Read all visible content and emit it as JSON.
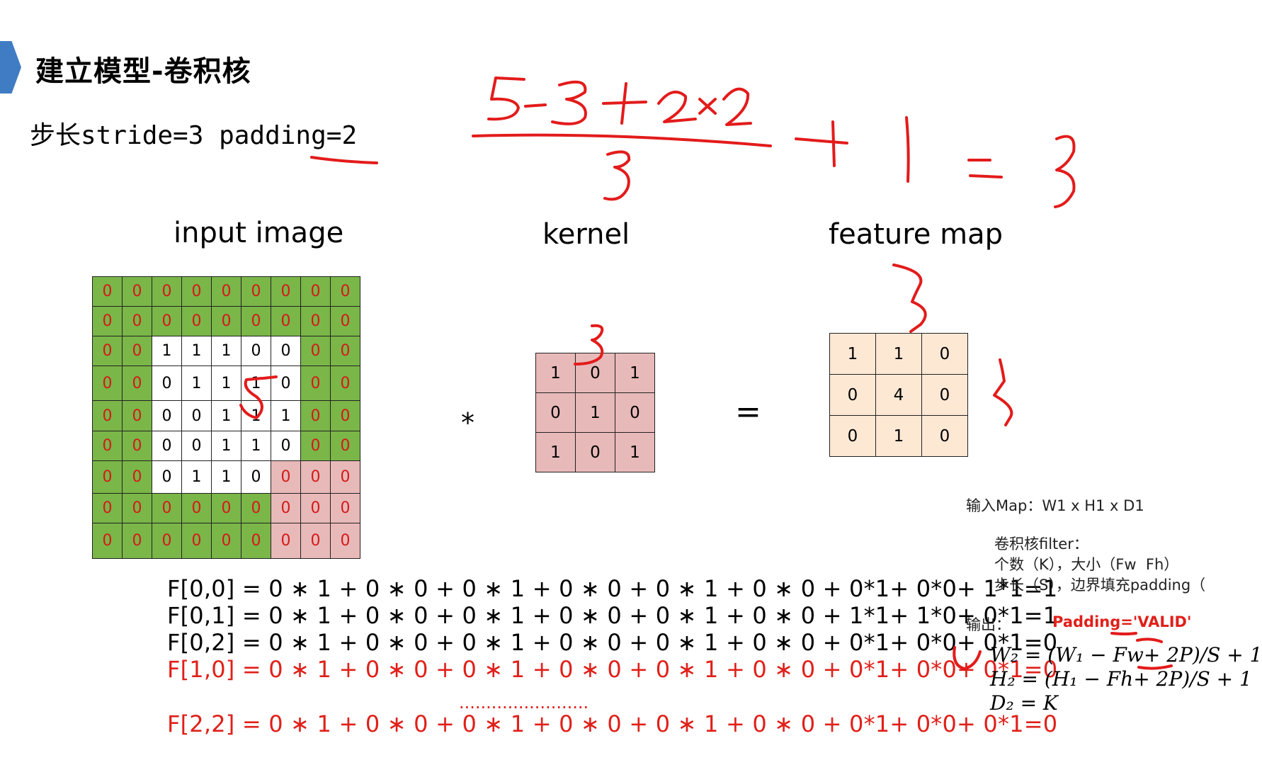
{
  "header": {
    "title": "建立模型-卷积核"
  },
  "params": {
    "text": "步长stride=3 padding=2"
  },
  "labels": {
    "input": "input image",
    "kernel": "kernel",
    "feature": "feature map",
    "conv_op": "*",
    "equals": "="
  },
  "input_grid": [
    [
      "0",
      "0",
      "0",
      "0",
      "0",
      "0",
      "0",
      "0",
      "0"
    ],
    [
      "0",
      "0",
      "0",
      "0",
      "0",
      "0",
      "0",
      "0",
      "0"
    ],
    [
      "0",
      "0",
      "1",
      "1",
      "1",
      "0",
      "0",
      "0",
      "0"
    ],
    [
      "0",
      "0",
      "0",
      "1",
      "1",
      "1",
      "0",
      "0",
      "0"
    ],
    [
      "0",
      "0",
      "0",
      "0",
      "1",
      "1",
      "1",
      "0",
      "0"
    ],
    [
      "0",
      "0",
      "0",
      "0",
      "1",
      "1",
      "0",
      "0",
      "0"
    ],
    [
      "0",
      "0",
      "0",
      "1",
      "1",
      "0",
      "0",
      "0",
      "0"
    ],
    [
      "0",
      "0",
      "0",
      "0",
      "0",
      "0",
      "0",
      "0",
      "0"
    ],
    [
      "0",
      "0",
      "0",
      "0",
      "0",
      "0",
      "0",
      "0",
      "0"
    ]
  ],
  "kernel_grid": [
    [
      "1",
      "0",
      "1"
    ],
    [
      "0",
      "1",
      "0"
    ],
    [
      "1",
      "0",
      "1"
    ]
  ],
  "feature_grid": [
    [
      "1",
      "1",
      "0"
    ],
    [
      "0",
      "4",
      "0"
    ],
    [
      "0",
      "1",
      "0"
    ]
  ],
  "formulas": [
    "F[0,0] = 0 ∗ 1 + 0 ∗ 0 + 0 ∗ 1 + 0 ∗ 0 + 0 ∗ 1 + 0 ∗ 0 + 0*1+ 0*0+ 1*1=1",
    "F[0,1] = 0 ∗ 1 + 0 ∗ 0 + 0 ∗ 1 + 0 ∗ 0 + 0 ∗ 1 + 0 ∗ 0 + 1*1+ 1*0+ 0*1=1",
    "F[0,2] = 0 ∗ 1 + 0 ∗ 0 + 0 ∗ 1 + 0 ∗ 0 + 0 ∗ 1 + 0 ∗ 0 + 0*1+ 0*0+ 0*1=0",
    "F[1,0] = 0 ∗ 1 + 0 ∗ 0 + 0 ∗ 1 + 0 ∗ 0 + 0 ∗ 1 + 0 ∗ 0 + 0*1+ 0*0+ 0*1=0",
    "F[2,2] = 0 ∗ 1 + 0 ∗ 0 + 0 ∗ 1 + 0 ∗ 0 + 0 ∗ 1 + 0 ∗ 0 + 0*1+ 0*0+ 0*1=0"
  ],
  "ellipsis": "........................",
  "side": {
    "input_map": "输入Map：W1 x H1 x D1",
    "filter_title": "卷积核filter：",
    "filter_count": "个数（K），大小（Fw  Fh）",
    "filter_stride": "步长（S），边界填充padding（",
    "output_label": "输出：",
    "padding_valid": "Padding='VALID'",
    "eq_w": "W₂ = (W₁ − Fw+ 2P)/S + 1",
    "eq_h": "H₂ = (H₁ − Fh+ 2P)/S + 1",
    "eq_d": "D₂ = K"
  },
  "colors": {
    "green": "#7ab648",
    "pink": "#e8b9b9",
    "feature": "#fde8d4",
    "red": "#e0201a",
    "accent": "#3f7cc3"
  }
}
